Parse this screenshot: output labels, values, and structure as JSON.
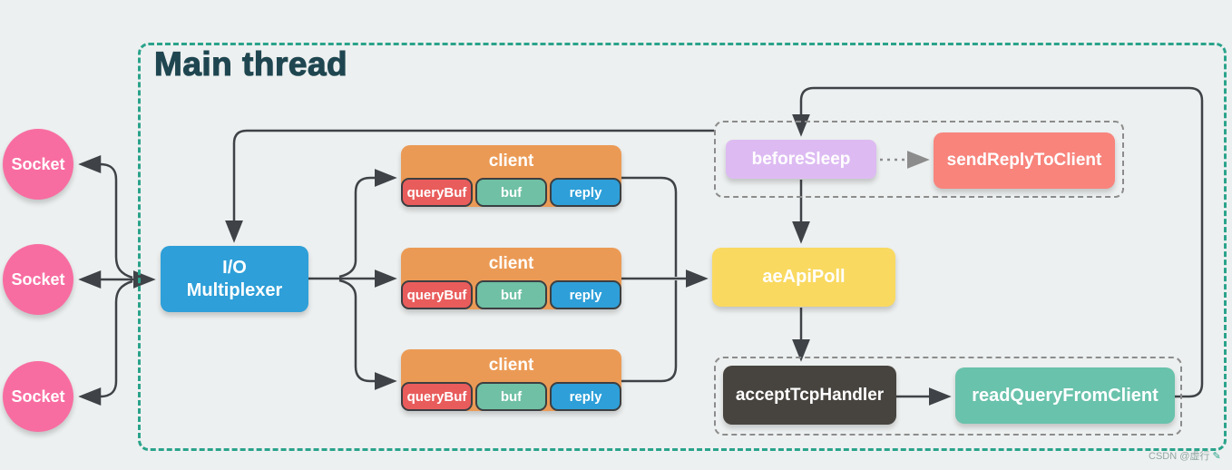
{
  "diagram": {
    "title": "Main thread",
    "watermark": "CSDN @虚行",
    "watermark_pen": "✎",
    "sockets": [
      {
        "label": "Socket"
      },
      {
        "label": "Socket"
      },
      {
        "label": "Socket"
      }
    ],
    "nodes": {
      "multiplexer": {
        "label1": "I/O",
        "label2": "Multiplexer"
      },
      "beforeSleep": {
        "label": "beforeSleep"
      },
      "sendReplyToClient": {
        "label": "sendReplyToClient"
      },
      "aeApiPoll": {
        "label": "aeApiPoll"
      },
      "acceptTcpHandler": {
        "label": "acceptTcpHandler"
      },
      "readQueryFromClient": {
        "label": "readQueryFromClient"
      }
    },
    "clients": [
      {
        "title": "client",
        "fields": [
          "queryBuf",
          "buf",
          "reply"
        ]
      },
      {
        "title": "client",
        "fields": [
          "queryBuf",
          "buf",
          "reply"
        ]
      },
      {
        "title": "client",
        "fields": [
          "queryBuf",
          "buf",
          "reply"
        ]
      }
    ],
    "colors": {
      "canvas-bg": "#edf0f0",
      "main-border": "#2aa38b",
      "title": "#1f4650",
      "socket": "#f86da1",
      "multiplexer": "#2e9fd8",
      "client-header": "#eb9a55",
      "querybuf": "#e95c5c",
      "buf": "#6fc0a4",
      "reply": "#2e9fd8",
      "before-sleep": "#ddbbf2",
      "send-reply": "#f8847c",
      "ae-api-poll": "#f9d960",
      "accept-tcp": "#47443f",
      "read-query": "#69c2ac",
      "arrow": "#3f4347",
      "dashed-group": "#8c8c8c",
      "watermark": "#92a7a4"
    }
  }
}
